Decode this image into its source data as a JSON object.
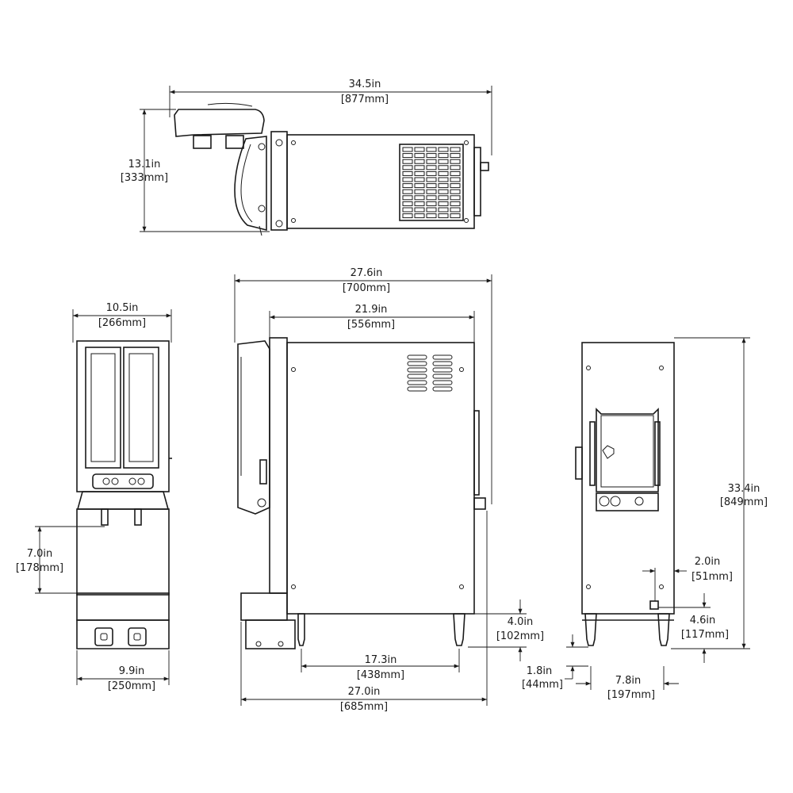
{
  "dimensions": {
    "top_width": {
      "imperial": "34.5in",
      "metric": "[877mm]"
    },
    "top_height": {
      "imperial": "13.1in",
      "metric": "[333mm]"
    },
    "side_overall": {
      "imperial": "27.6in",
      "metric": "[700mm]"
    },
    "side_body": {
      "imperial": "21.9in",
      "metric": "[556mm]"
    },
    "front_width": {
      "imperial": "10.5in",
      "metric": "[266mm]"
    },
    "front_clearance": {
      "imperial": "7.0in",
      "metric": "[178mm]"
    },
    "front_base": {
      "imperial": "9.9in",
      "metric": "[250mm]"
    },
    "leg_height": {
      "imperial": "4.0in",
      "metric": "[102mm]"
    },
    "leg_spacing": {
      "imperial": "17.3in",
      "metric": "[438mm]"
    },
    "side_base": {
      "imperial": "27.0in",
      "metric": "[685mm]"
    },
    "overall_height": {
      "imperial": "33.4in",
      "metric": "[849mm]"
    },
    "drain_offset": {
      "imperial": "2.0in",
      "metric": "[51mm]"
    },
    "drain_height": {
      "imperial": "4.6in",
      "metric": "[117mm]"
    },
    "foot_height": {
      "imperial": "1.8in",
      "metric": "[44mm]"
    },
    "leg_width": {
      "imperial": "7.8in",
      "metric": "[197mm]"
    }
  }
}
